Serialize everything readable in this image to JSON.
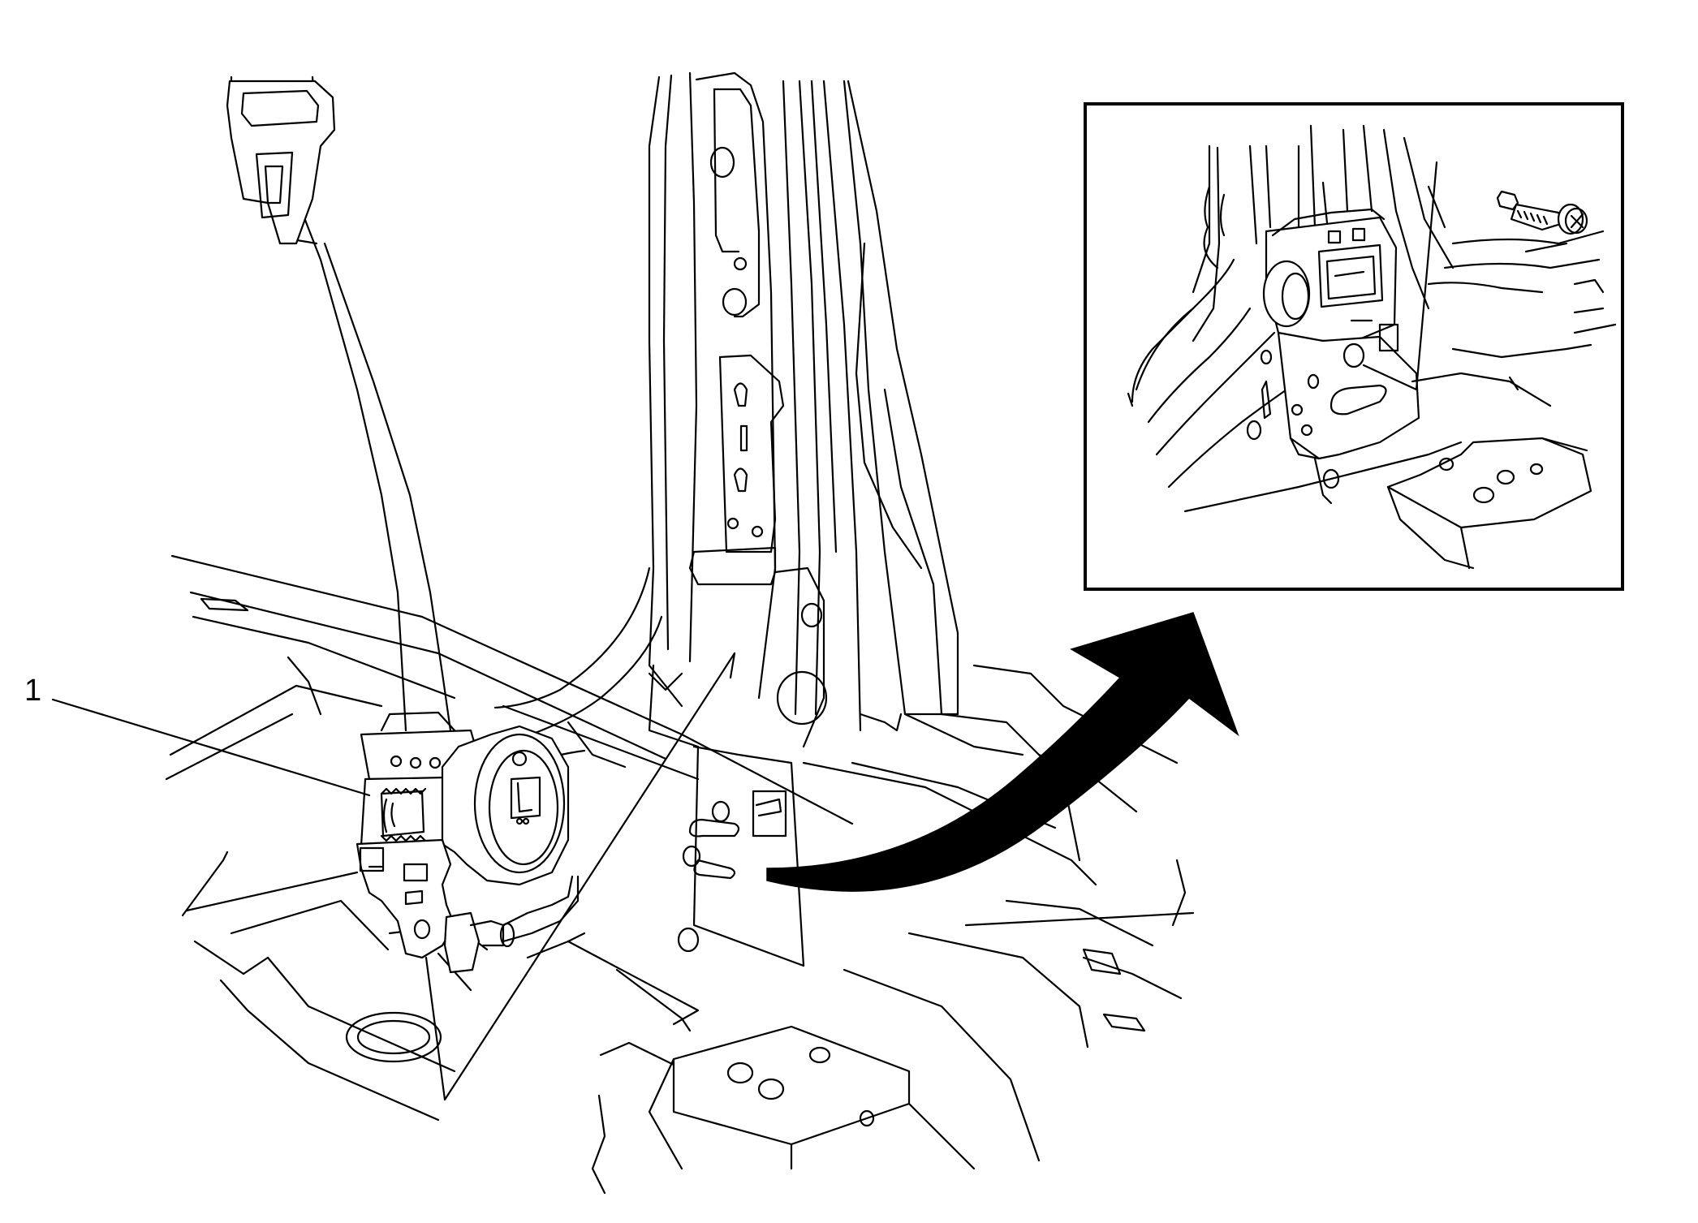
{
  "diagram": {
    "callouts": [
      {
        "label": "1",
        "target": "seat-belt-retractor"
      }
    ],
    "colors": {
      "line": "#000000",
      "background": "#ffffff"
    },
    "icons": [
      "seat-belt-retractor",
      "bolt-icon",
      "arrow-icon",
      "detail-inset"
    ]
  }
}
